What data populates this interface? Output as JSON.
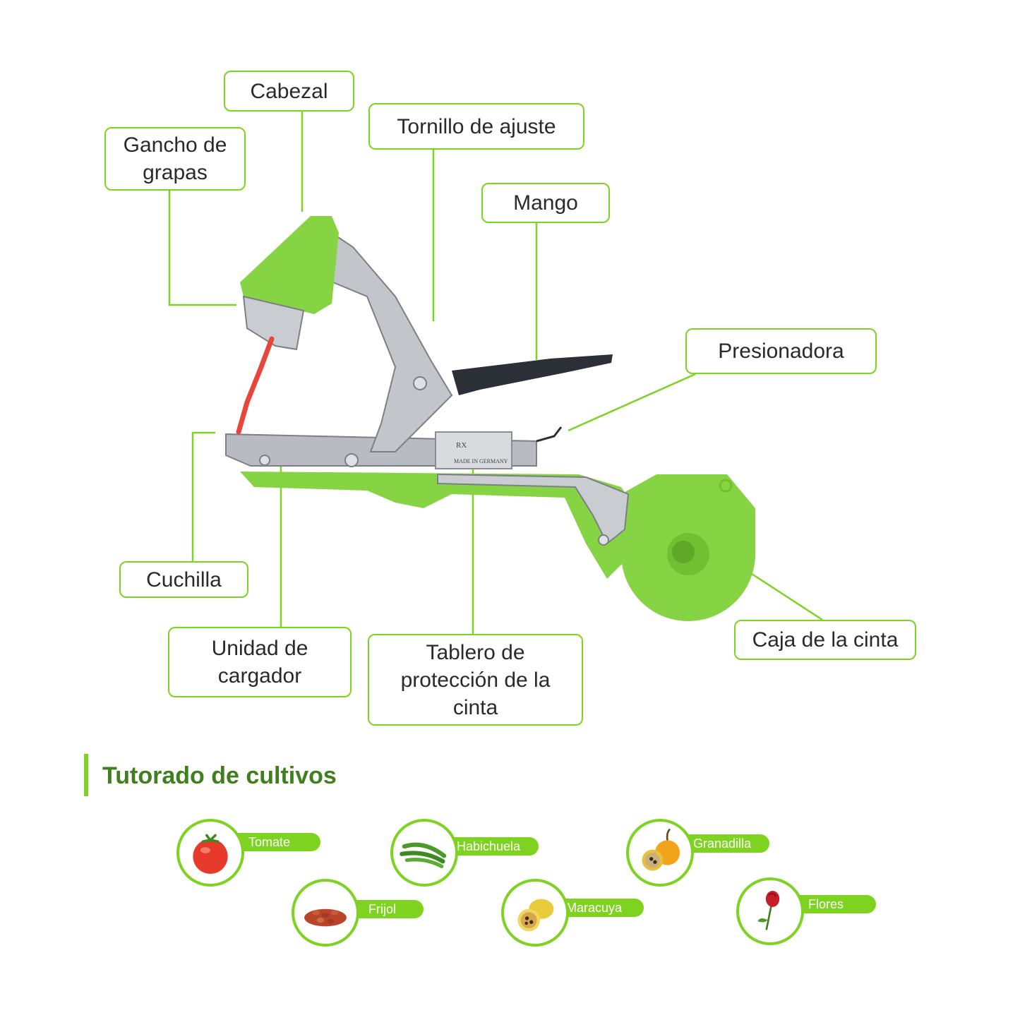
{
  "labels": {
    "cabezal": "Cabezal",
    "gancho": "Gancho de grapas",
    "tornillo": "Tornillo de ajuste",
    "mango": "Mango",
    "presionadora": "Presionadora",
    "cuchilla": "Cuchilla",
    "unidad": "Unidad de cargador",
    "tablero": "Tablero de protección de la cinta",
    "caja": "Caja de la cinta"
  },
  "device": {
    "plate_text_1": "RX",
    "plate_text_2": "MADE IN GERMANY"
  },
  "section": {
    "title": "Tutorado de cultivos"
  },
  "crops": [
    {
      "label": "Tomate",
      "icon": "tomato-icon"
    },
    {
      "label": "Habichuela",
      "icon": "green-bean-icon"
    },
    {
      "label": "Granadilla",
      "icon": "granadilla-icon"
    },
    {
      "label": "Frijol",
      "icon": "bean-icon"
    },
    {
      "label": "Maracuya",
      "icon": "passion-fruit-icon"
    },
    {
      "label": "Flores",
      "icon": "rose-icon"
    }
  ],
  "colors": {
    "accent": "#7ed321",
    "title": "#3f7f1e",
    "device_green": "#86d444",
    "metal": "#b8bcc2",
    "handle": "#2b2f36",
    "tape": "#e8453c"
  }
}
